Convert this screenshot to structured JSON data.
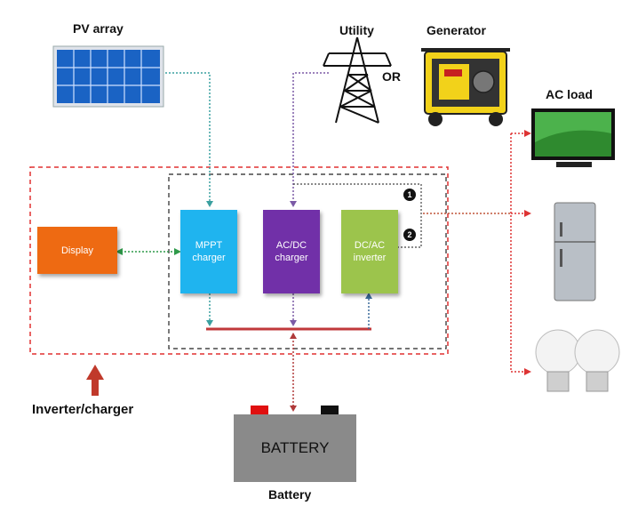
{
  "labels": {
    "pv_array": "PV array",
    "utility": "Utility",
    "or": "OR",
    "generator": "Generator",
    "ac_load": "AC load",
    "inverter_charger": "Inverter/charger",
    "battery_caption": "Battery",
    "battery_text": "BATTERY"
  },
  "blocks": {
    "display": "Display",
    "mppt_charger": "MPPT\ncharger",
    "acdc_charger": "AC/DC\ncharger",
    "dcac_inverter": "DC/AC\ninverter"
  },
  "switch_labels": [
    "1",
    "2"
  ],
  "colors": {
    "display": "#ee6a12",
    "mppt": "#1fb4ef",
    "acdc": "#7130a8",
    "dcac": "#9cc44c",
    "dashed_red": "#e03030",
    "bus": "#c0393b",
    "battery_body": "#8a8a8a",
    "terminal_pos": "#e01010",
    "terminal_neg": "#111111"
  },
  "icons": [
    "solar-panel-icon",
    "transmission-tower-icon",
    "generator-icon",
    "tv-icon",
    "refrigerator-icon",
    "light-bulb-icon"
  ]
}
